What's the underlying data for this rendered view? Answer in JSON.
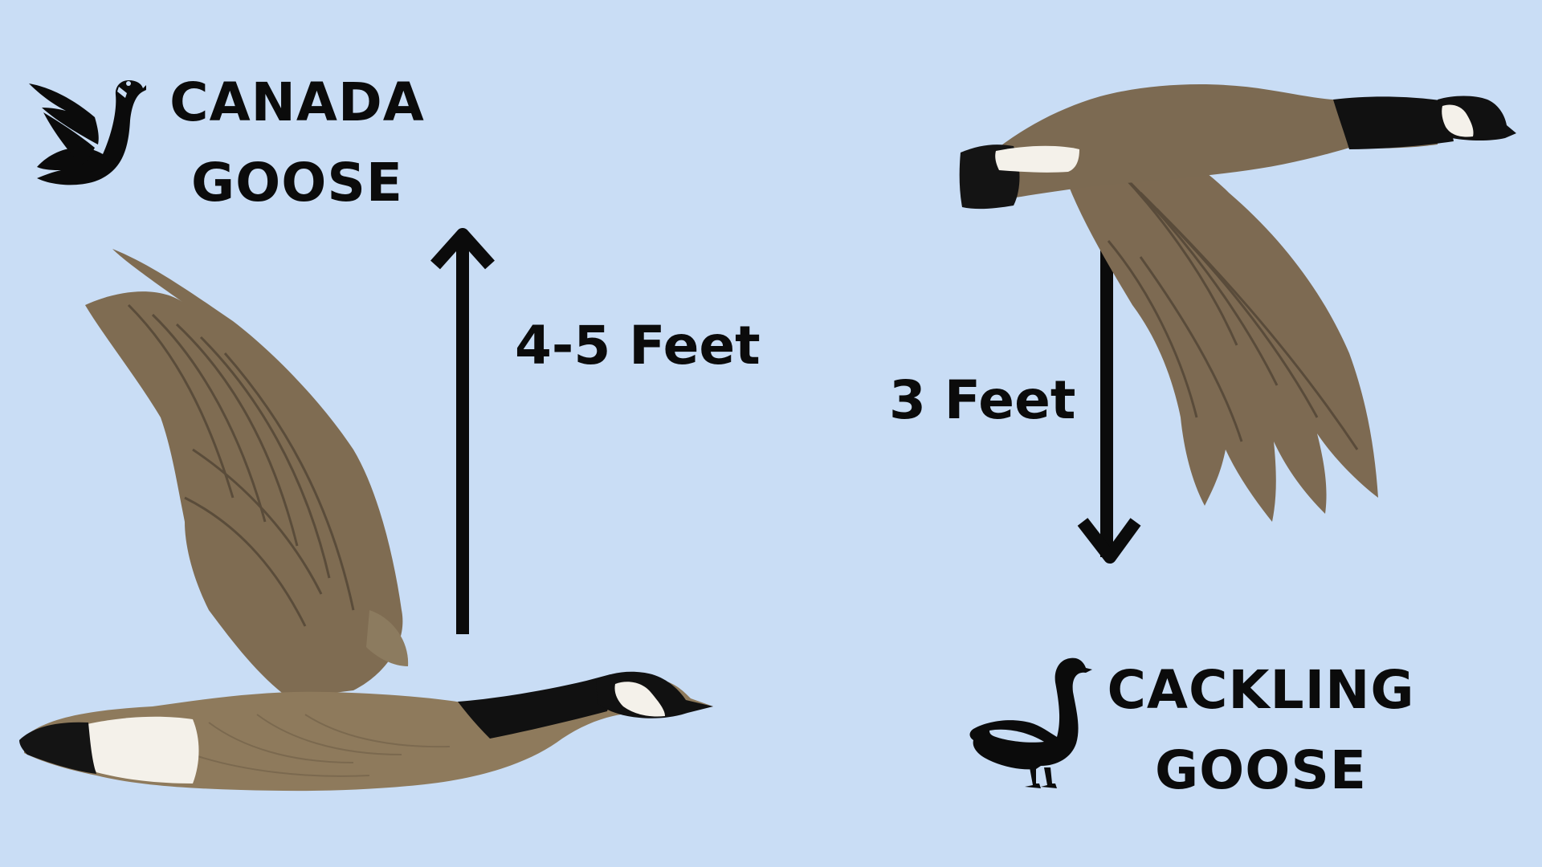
{
  "colors": {
    "background": "#c9ddf5",
    "ink": "#0b0b0b",
    "goose_body": "#8a7658",
    "goose_dark": "#4a3e30",
    "goose_black": "#111111",
    "goose_white": "#f4f1ea"
  },
  "canada": {
    "icon": "canada-goose-silhouette-icon",
    "title_line1": "CANADA",
    "title_line2": "GOOSE",
    "measure": "4-5 Feet",
    "arrow": "up-arrow"
  },
  "cackling": {
    "icon": "cackling-goose-silhouette-icon",
    "title_line1": "CACKLING",
    "title_line2": "GOOSE",
    "measure": "3 Feet",
    "arrow": "down-arrow"
  }
}
